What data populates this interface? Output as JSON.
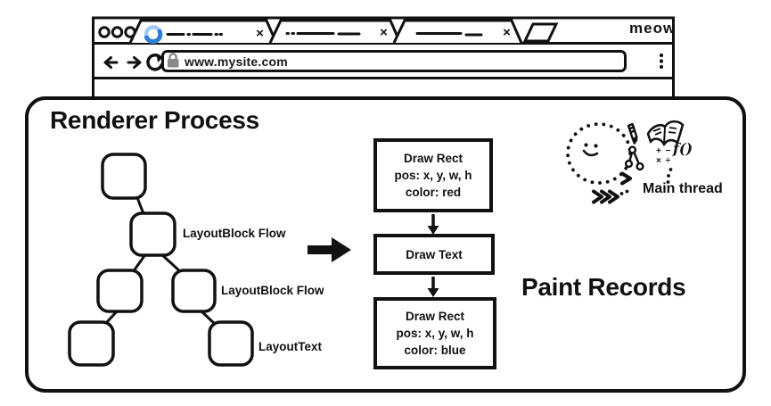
{
  "colors": {
    "ink": "#111111",
    "spinner_light": "#a5c9f0",
    "spinner_dark": "#2c7ed6",
    "lock_gray": "#8a8a8a"
  },
  "icons": {
    "tab_close": "×"
  },
  "browser_chrome": {
    "brand": "meow",
    "url": "www.mysite.com"
  },
  "renderer": {
    "title": "Renderer Process",
    "layout_tree": {
      "labels": [
        "LayoutBlock Flow",
        "LayoutBlock Flow",
        "LayoutText"
      ]
    },
    "paint": {
      "label": "Paint Records",
      "boxes": [
        {
          "lines": [
            "Draw Rect",
            "pos: x, y, w, h",
            "color: red"
          ]
        },
        {
          "lines": [
            "Draw Text"
          ]
        },
        {
          "lines": [
            "Draw Rect",
            "pos: x, y, w, h",
            "color: blue"
          ]
        }
      ]
    },
    "main_thread": {
      "label": "Main thread",
      "fn": "f()",
      "math_top": "+ −",
      "math_bottom": "× ÷"
    }
  }
}
